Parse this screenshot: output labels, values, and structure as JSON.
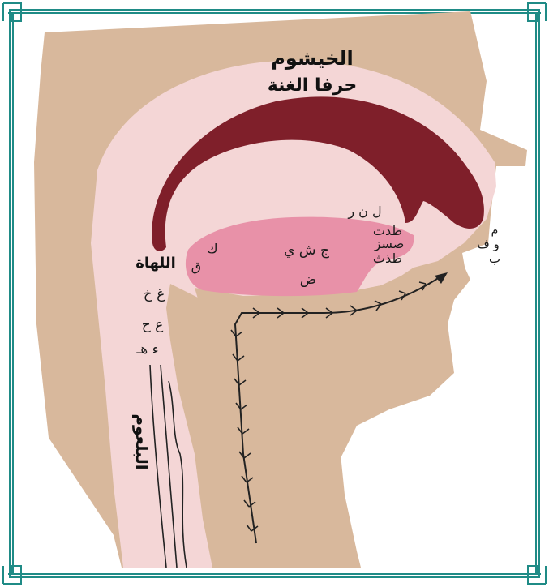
{
  "colors": {
    "skin": "#d8b89c",
    "inner": "#f4d6d6",
    "palate": "#7f1f2a",
    "tongue": "#e891a8",
    "frame": "#1f8b86"
  },
  "labels": {
    "nasal_cavity": "الخيشوم",
    "nasal_letters": "حرفا الغنة",
    "uvula": "اللهاة",
    "lam_noon_ra": "ل ن ر",
    "ta_dal_ta": "طدت",
    "sad_seen_zay": "صسز",
    "dha_dhal_tha": "ظذث",
    "jeem_sheen_ya": "ج ش ي",
    "dad": "ض",
    "kaf": "ك",
    "qaf": "ق",
    "ghain_kha": "غ خ",
    "ain_ha": "ع ح",
    "hamza_ha": "ء هـ",
    "meem": "م",
    "waw_fa": "و ف",
    "ba": "ب",
    "throat": "البلعوم"
  }
}
